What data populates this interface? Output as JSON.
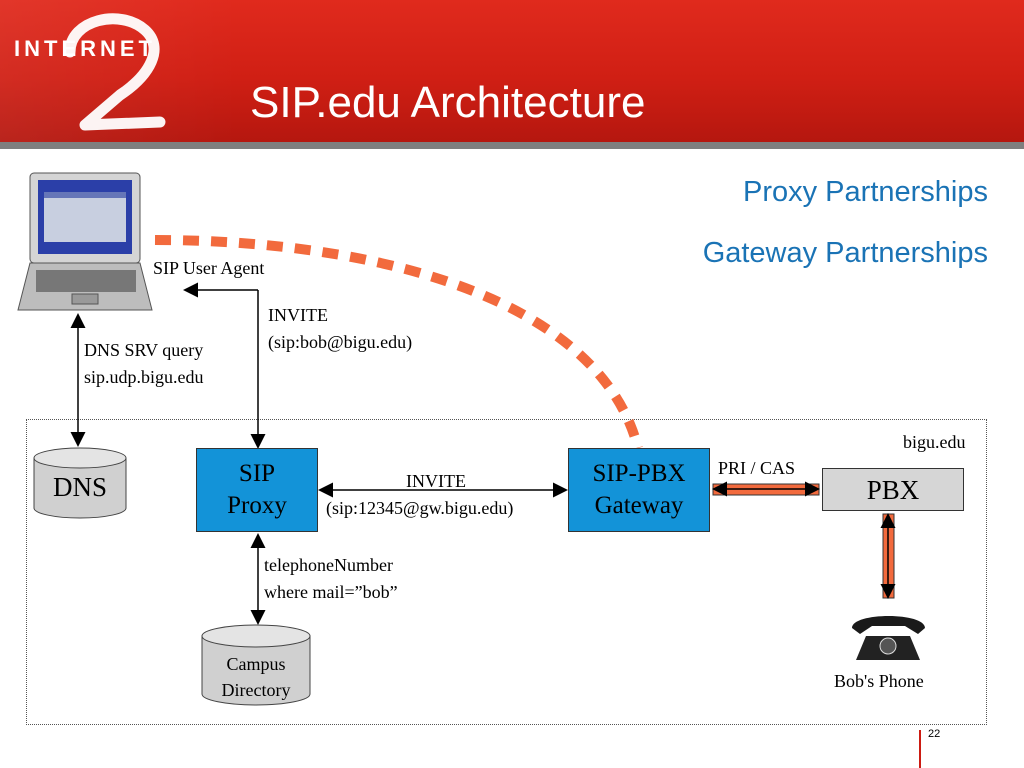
{
  "header": {
    "logo_text": "INTERNET",
    "title": "SIP.edu Architecture"
  },
  "partnerships": {
    "proxy": "Proxy Partnerships",
    "gateway": "Gateway Partnerships"
  },
  "diagram": {
    "user_agent_label": "SIP User Agent",
    "invite_top_line1": "INVITE",
    "invite_top_line2": "(sip:bob@bigu.edu)",
    "dns_query_line1": "DNS SRV query",
    "dns_query_line2": "sip.udp.bigu.edu",
    "domain_label": "bigu.edu",
    "dns_label": "DNS",
    "sip_proxy_line1": "SIP",
    "sip_proxy_line2": "Proxy",
    "invite_mid_line1": "INVITE",
    "invite_mid_line2": "(sip:12345@gw.bigu.edu)",
    "gateway_line1": "SIP-PBX",
    "gateway_line2": "Gateway",
    "pri_cas_label": "PRI / CAS",
    "pbx_label": "PBX",
    "lookup_line1": "telephoneNumber",
    "lookup_line2": "where mail=”bob”",
    "directory_line1": "Campus",
    "directory_line2": "Directory",
    "phone_label": "Bob's Phone"
  },
  "footer": {
    "page_number": "22"
  },
  "colors": {
    "header_red": "#d01f14",
    "accent_blue": "#1393d8",
    "link_blue": "#1a73b5",
    "dash_orange": "#f26a3d",
    "pbx_grey": "#d6d6d6"
  },
  "icons": [
    "laptop-icon",
    "telephone-icon",
    "internet2-logo-icon"
  ]
}
